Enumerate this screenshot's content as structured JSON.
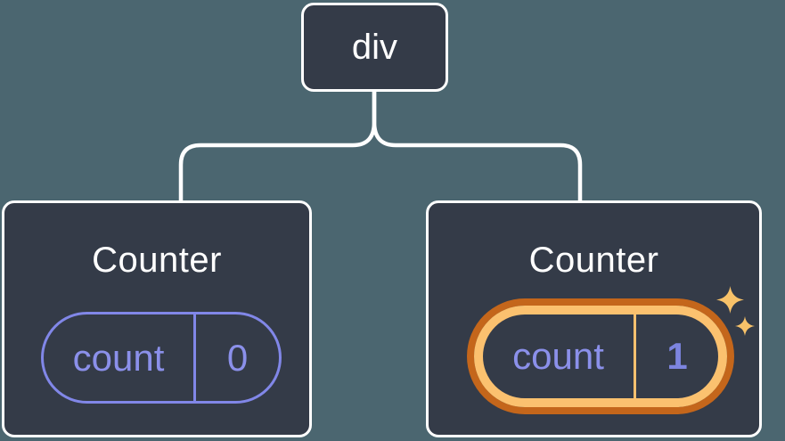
{
  "tree": {
    "root": {
      "label": "div"
    },
    "nodes": [
      {
        "title": "Counter",
        "state_key": "count",
        "state_value": "0",
        "highlighted": false
      },
      {
        "title": "Counter",
        "state_key": "count",
        "state_value": "1",
        "highlighted": true
      }
    ]
  },
  "icons": {
    "sparkle_large": "sparkle-icon",
    "sparkle_small": "sparkle-icon"
  },
  "colors": {
    "background": "#4b6670",
    "card_background": "#343b48",
    "card_border": "#ffffff",
    "connector": "#ffffff",
    "pill_border_purple": "#8187e8",
    "pill_text_purple": "#8b90ea",
    "value_bold_purple": "#7d85e0",
    "highlight_ring_outer": "#c4661b",
    "highlight_ring_inner": "#fbc16f",
    "sparkle": "#f8c269",
    "title_text": "#ffffff"
  }
}
